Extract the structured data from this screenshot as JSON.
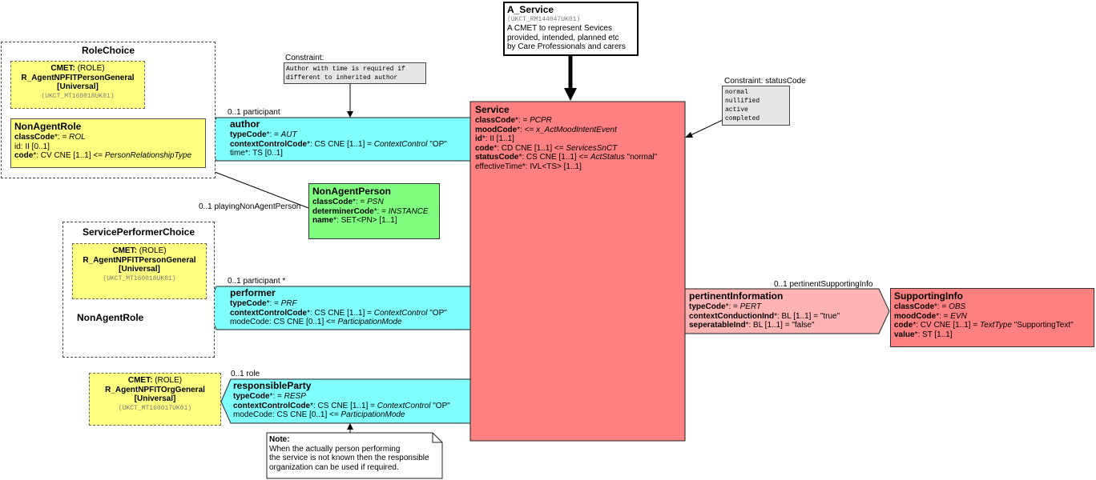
{
  "a_service": {
    "title": "A_Service",
    "id": "(UKCT_RM144047UK01)",
    "desc": [
      "A CMET  to represent Sevices",
      "provided, intended, planned etc",
      "by Care Professionals and carers"
    ]
  },
  "role_choice": {
    "title": "RoleChoice",
    "cmet": {
      "l1_bold": "CMET:",
      "l1_rest": " (ROLE)",
      "name": "R_AgentNPFITPersonGeneral",
      "flavor": "[Universal]",
      "id": "(UKCT_MT160018UK01)"
    },
    "nonagent": {
      "title": "NonAgentRole",
      "class_label": "classCode",
      "class_mid": "*: = ",
      "class_val": "ROL",
      "id_text": "id: II [0..1]",
      "code_label": "code",
      "code_mid": "*: CV CNE [1..1] <= ",
      "code_val": "PersonRelationshipType"
    }
  },
  "constraint_author": {
    "label": "Constraint:",
    "text": [
      "Author with time is required if",
      "different to inherited author"
    ]
  },
  "constraint_status": {
    "label": "Constraint: statusCode",
    "values": [
      "normal",
      "nullified",
      "active",
      "completed"
    ]
  },
  "author": {
    "mult": "0..1 participant",
    "title": "author",
    "type_label": "typeCode",
    "type_mid": "*: = ",
    "type_val": "AUT",
    "ctx_label": "contextControlCode",
    "ctx_mid": "*: CS CNE [1..1] = ",
    "ctx_val": "ContextControl",
    "ctx_tail": " \"OP\"",
    "time": "time*: TS [0..1]"
  },
  "nonagent_person": {
    "mult": "0..1 playingNonAgentPerson",
    "title": "NonAgentPerson",
    "class_label": "classCode",
    "class_mid": "*: = ",
    "class_val": "PSN",
    "det_label": "determinerCode",
    "det_mid": "*: = ",
    "det_val": "INSTANCE",
    "name_label": "name",
    "name_mid": "*: SET<PN> [1..1]"
  },
  "service": {
    "title": "Service",
    "class_label": "classCode",
    "class_mid": "*: = ",
    "class_val": "PCPR",
    "mood_label": "moodCode",
    "mood_mid": "*: <= ",
    "mood_val": "x_ActMoodIntentEvent",
    "id_label": "id",
    "id_mid": "*: II [1..1]",
    "code_label": "code",
    "code_mid": "*: CD CNE [1..1] <= ",
    "code_val": "ServicesSnCT",
    "status_label": "statusCode",
    "status_mid": "*: CS CNE [1..1] <= ",
    "status_val": "ActStatus",
    "status_tail": " \"normal\"",
    "eff": "effectiveTime*: IVL<TS> [1..1]"
  },
  "spc": {
    "title": "ServicePerformerChoice",
    "cmet": {
      "l1_bold": "CMET:",
      "l1_rest": " (ROLE)",
      "name": "R_AgentNPFITPersonGeneral",
      "flavor": "[Universal]",
      "id": "(UKCT_MT160018UK01)"
    },
    "nonagent_title": "NonAgentRole"
  },
  "performer": {
    "mult": "0..1 participant  *",
    "title": "performer",
    "type_label": "typeCode",
    "type_mid": "*: = ",
    "type_val": "PRF",
    "ctx_label": "contextControlCode",
    "ctx_mid": "*: CS CNE [1..1] = ",
    "ctx_val": "ContextControl",
    "ctx_tail": " \"OP\"",
    "mode_mid": "modeCode: CS CNE [0..1] <= ",
    "mode_val": "ParticipationMode"
  },
  "org_cmet": {
    "l1_bold": "CMET:",
    "l1_rest": " (ROLE)",
    "name": "R_AgentNPFITOrgGeneral",
    "flavor": "[Universal]",
    "id": "(UKCT_MT160017UK01)"
  },
  "responsible": {
    "mult": "0..1 role",
    "title": "responsibleParty",
    "type_label": "typeCode",
    "type_mid": "*: = ",
    "type_val": "RESP",
    "ctx_label": "contextControlCode",
    "ctx_mid": "*: CS CNE [1..1] = ",
    "ctx_val": "ContextControl",
    "ctx_tail": " \"OP\"",
    "mode_mid": "modeCode: CS CNE [0..1] <= ",
    "mode_val": "ParticipationMode"
  },
  "note": {
    "label": "Note:",
    "text": [
      "When the actually person performing",
      "the service is not known then the responsible",
      "organization can be used if required."
    ]
  },
  "pertinent": {
    "mult": "0..1 pertinentSupportingInfo",
    "title": "pertinentInformation",
    "type_label": "typeCode",
    "type_mid": "*: = ",
    "type_val": "PERT",
    "cc_label": "contextConductionInd",
    "cc_mid": "*: BL [1..1] = \"true\"",
    "sep_label": "seperatableInd",
    "sep_mid": "*: BL [1..1] = \"false\""
  },
  "supporting": {
    "title": "SupportingInfo",
    "class_label": "classCode",
    "class_mid": "*: = ",
    "class_val": "OBS",
    "mood_label": "moodCode",
    "mood_mid": "*: = ",
    "mood_val": "EVN",
    "code_label": "code",
    "code_mid": "*: CV CNE [1..1] = ",
    "code_val": "TextType",
    "code_tail": " \"SupportingText\"",
    "value_label": "value",
    "value_mid": "*: ST [1..1]"
  },
  "colors": {
    "act": "#ff8080",
    "participation": "#80ffff",
    "entity": "#80ff80",
    "role": "#ffff80",
    "act_relationship": "#ffb3b3"
  }
}
